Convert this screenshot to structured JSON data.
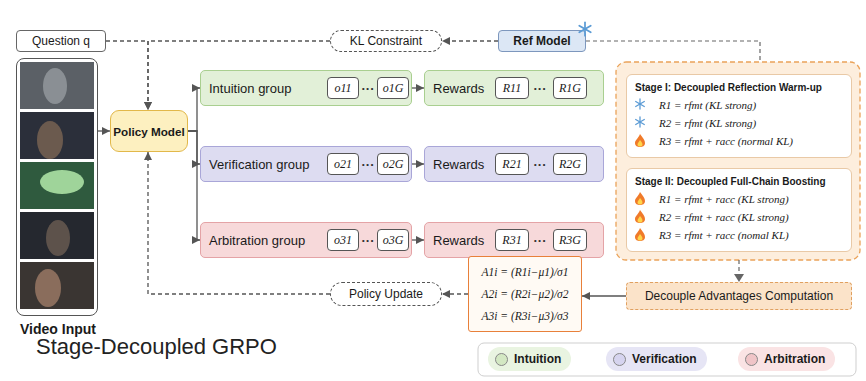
{
  "diagram": {
    "title": "Stage-Decoupled GRPO",
    "nodes": [
      {
        "text": [
          "Question q"
        ]
      },
      {
        "text": [
          "Video Input"
        ]
      },
      {
        "text": [
          "KL Constraint"
        ]
      },
      {
        "text": [
          "Ref Model"
        ]
      },
      {
        "text": [
          "Policy Model"
        ]
      },
      {
        "text": [
          "Intuition group"
        ]
      },
      {
        "text": [
          "o11"
        ],
        "in": 5
      },
      {
        "text": [
          "o1G"
        ],
        "in": 5
      },
      {
        "text": [
          "Rewards"
        ]
      },
      {
        "text": [
          "R11"
        ],
        "in": 8
      },
      {
        "text": [
          "R1G"
        ],
        "in": 8
      },
      {
        "text": [
          "Verification group"
        ]
      },
      {
        "text": [
          "o21"
        ],
        "in": 11
      },
      {
        "text": [
          "o2G"
        ],
        "in": 11
      },
      {
        "text": [
          "Rewards"
        ]
      },
      {
        "text": [
          "R21"
        ],
        "in": 14
      },
      {
        "text": [
          "R2G"
        ],
        "in": 14
      },
      {
        "text": [
          "Arbitration group"
        ]
      },
      {
        "text": [
          "o31"
        ],
        "in": 17
      },
      {
        "text": [
          "o3G"
        ],
        "in": 17
      },
      {
        "text": [
          "Rewards"
        ]
      },
      {
        "text": [
          "R31"
        ],
        "in": 20
      },
      {
        "text": [
          "R3G"
        ],
        "in": 20
      },
      {
        "text": [
          "Stage I: Decoupled Reflection Warm-up",
          "R1 = rfmt (KL strong)",
          "R2 = rfmt (KL strong)",
          "R3 = rfmt + racc (normal KL)"
        ]
      },
      {
        "text": [
          "Stage II: Decoupled Full-Chain Boosting",
          "R1 = rfmt + racc (KL strong)",
          "R2 = rfmt + racc (KL strong)",
          "R3 = rfmt + racc (nomal KL)"
        ]
      },
      {
        "text": [
          "Decouple Advantages Computation"
        ]
      },
      {
        "text": [
          "A1i = (R1i−μ1)/σ1",
          "A2i = (R2i−μ2)/σ2",
          "A3i = (R3i−μ3)/σ3"
        ]
      },
      {
        "text": [
          "Policy Update"
        ]
      }
    ],
    "edges": [
      {
        "from": 0,
        "to": 4,
        "arrow": "to"
      },
      {
        "from": 2,
        "to": 4,
        "arrow": "to"
      },
      {
        "from": 3,
        "to": 2,
        "arrow": "to"
      },
      {
        "from": 1,
        "to": 4,
        "arrow": "to"
      },
      {
        "from": 4,
        "to": 5,
        "arrow": "to"
      },
      {
        "from": 4,
        "to": 11,
        "arrow": "to"
      },
      {
        "from": 4,
        "to": 17,
        "arrow": "to"
      },
      {
        "from": 5,
        "to": 8,
        "arrow": "to"
      },
      {
        "from": 11,
        "to": 14,
        "arrow": "to"
      },
      {
        "from": 17,
        "to": 20,
        "arrow": "to"
      },
      {
        "from": 25,
        "to": 26,
        "arrow": "to"
      },
      {
        "from": 26,
        "to": 27,
        "arrow": "to"
      },
      {
        "from": 27,
        "to": 4,
        "arrow": "to"
      }
    ],
    "labels": [
      "···",
      "···",
      "···",
      "···",
      "···",
      "···"
    ],
    "legend": [
      {
        "text": "Intuition",
        "color": "#d3e8c3"
      },
      {
        "text": "Verification",
        "color": "#d6d4ef"
      },
      {
        "text": "Arbitration",
        "color": "#f0c4c7"
      }
    ]
  }
}
